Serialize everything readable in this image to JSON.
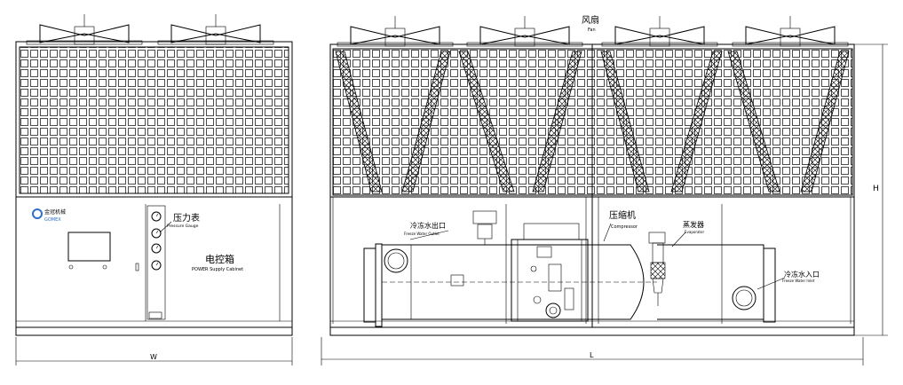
{
  "logo": {
    "brand_cn": "金冠机械",
    "brand_en": "GOMEX",
    "accent_color": "#2a6fd6"
  },
  "front_view": {
    "pressure_gauge_cn": "压力表",
    "pressure_gauge_en": "Pressure Gauge",
    "control_box_cn": "电控箱",
    "control_box_en": "POWER Supply Cabinet",
    "dimension_w": "W"
  },
  "side_view": {
    "fan_cn": "风扇",
    "fan_en": "Fan",
    "outlet_cn": "冷冻水出口",
    "outlet_en": "Freeze Water Outlet",
    "compressor_cn": "压缩机",
    "compressor_en": "Compressor",
    "evaporator_cn": "蒸发器",
    "evaporator_en": "Evaporator",
    "inlet_cn": "冷冻水入口",
    "inlet_en": "Freeze Water Inlet",
    "dimension_l": "L",
    "dimension_h": "H"
  }
}
